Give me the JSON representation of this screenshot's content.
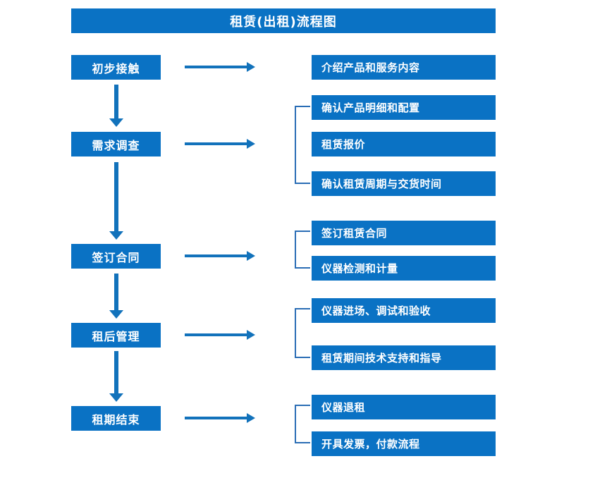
{
  "title": "租赁(出租)流程图",
  "colors": {
    "box_blue": "#0a72c4",
    "arrow_blue": "#1272bb",
    "bracket_blue": "#2a6db5",
    "text_white": "#ffffff",
    "background": "#ffffff"
  },
  "stages": [
    {
      "label": "初步接触"
    },
    {
      "label": "需求调查"
    },
    {
      "label": "签订合同"
    },
    {
      "label": "租后管理"
    },
    {
      "label": "租期结束"
    }
  ],
  "details": [
    {
      "label": "介绍产品和服务内容"
    },
    {
      "label": "确认产品明细和配置"
    },
    {
      "label": "租赁报价"
    },
    {
      "label": "确认租赁周期与交货时间"
    },
    {
      "label": "签订租赁合同"
    },
    {
      "label": "仪器检测和计量"
    },
    {
      "label": "仪器进场、调试和验收"
    },
    {
      "label": "租赁期间技术支持和指导"
    },
    {
      "label": "仪器退租"
    },
    {
      "label": "开具发票，付款流程"
    }
  ],
  "flow": {
    "stage_to_detail_arrows": 5,
    "stage_to_stage_arrows": 4,
    "brackets": 4
  }
}
